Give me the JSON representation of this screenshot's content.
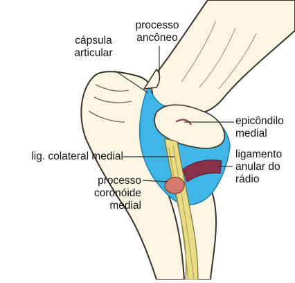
{
  "labels": {
    "capsula_articular": [
      "cápsula",
      "articular"
    ],
    "processo_anconeo": [
      "processo",
      "ancôneo"
    ],
    "epicondilo_medial": [
      "epicôndilo",
      "medial"
    ],
    "lig_colateral_medial": [
      "lig. colateral medial"
    ],
    "ligamento_anular": [
      "ligamento",
      "anular do",
      "rádio"
    ],
    "processo_coronoide": [
      "processo",
      "coronóide",
      "medial"
    ]
  },
  "colors": {
    "bone_fill": "#fbf6e4",
    "outline": "#3a3128",
    "capsule": "#3fb6e6",
    "ligament": "#e8dc86",
    "annular": "#8a2f4a",
    "leader": "#333333"
  }
}
